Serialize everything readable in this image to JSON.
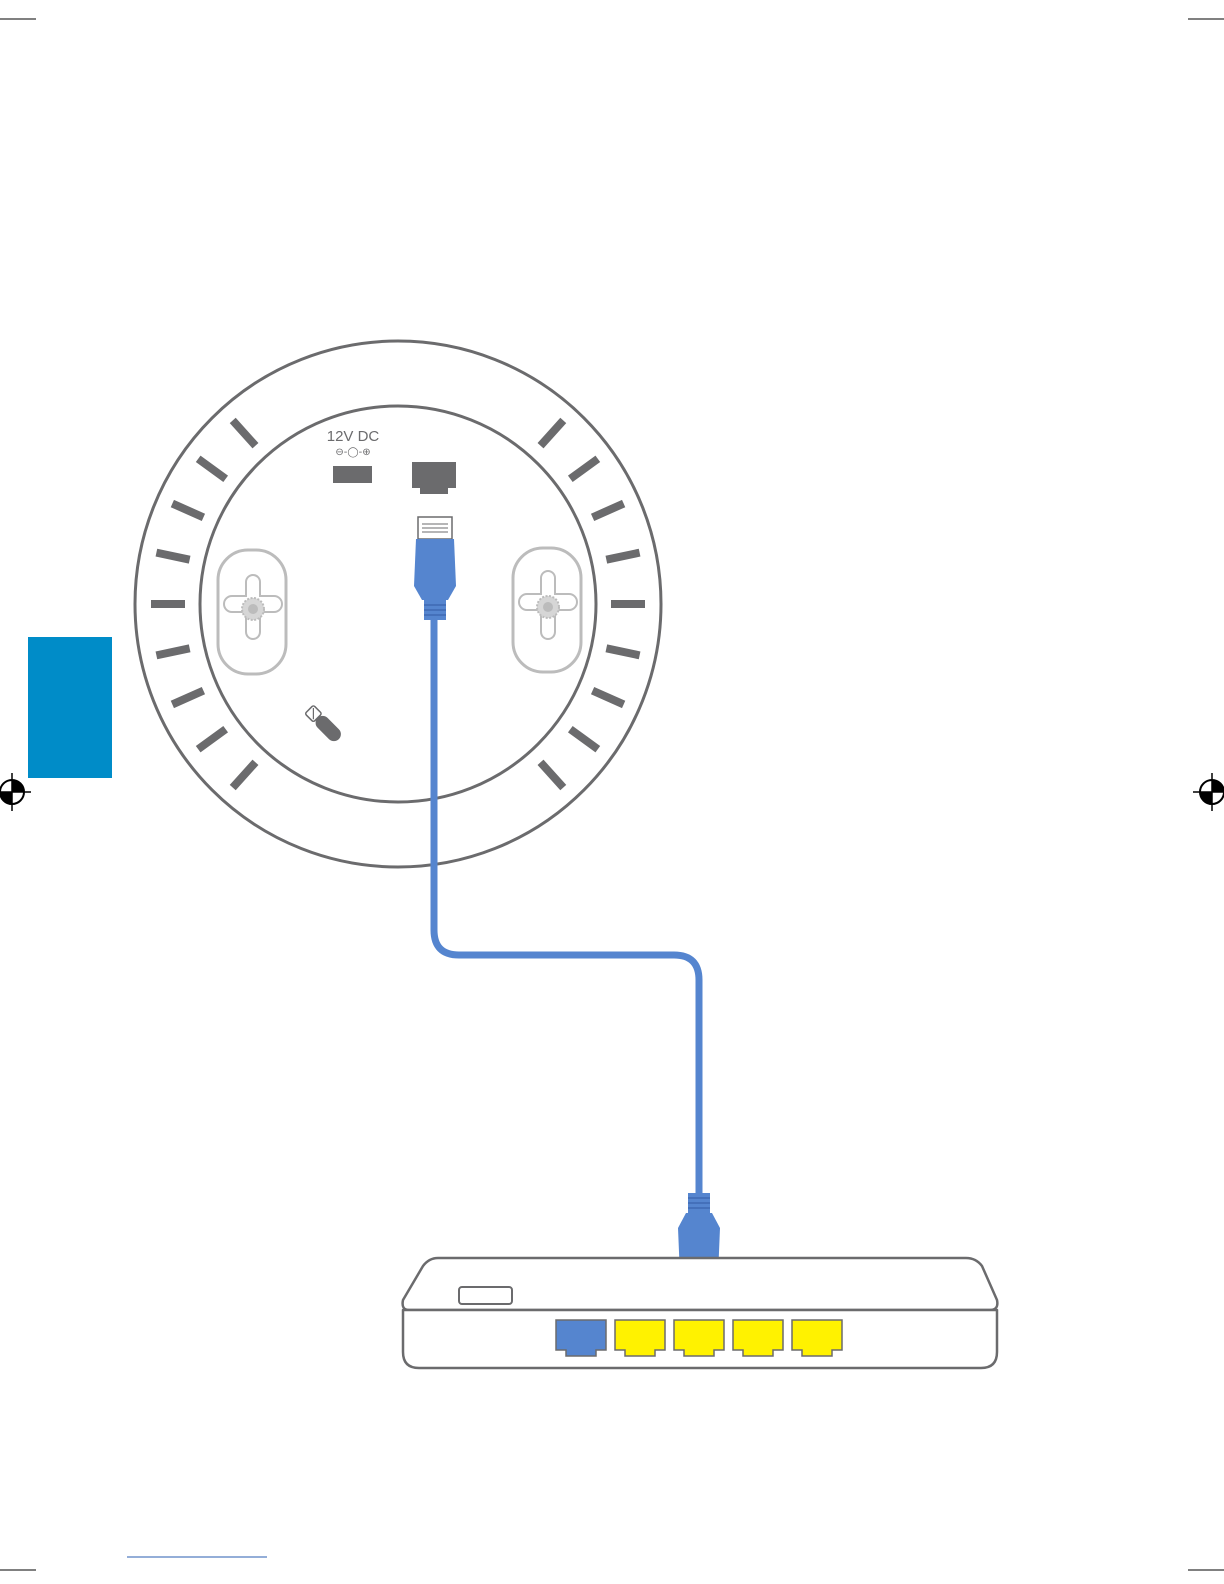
{
  "power_port": {
    "label": "12V DC",
    "polarity_symbol": "⊖-◯-⊕"
  },
  "colors": {
    "side_tab": "#008cc8",
    "cable": "#5585cf",
    "housing_outline": "#6b6b6d",
    "vent_slot": "#6b6b6d",
    "ethernet_port_ap": "#6b6b6d",
    "router_port_wan": "#5585cf",
    "router_port_lan": "#fff200",
    "mount_plate": "#bcbcbc",
    "registration_mark": "#000000"
  },
  "icons": {
    "reset_button": "reset-pin-icon",
    "print_marks": "registration-target-icon"
  },
  "router": {
    "lan_port_count": 4,
    "wan_port_count": 1
  }
}
